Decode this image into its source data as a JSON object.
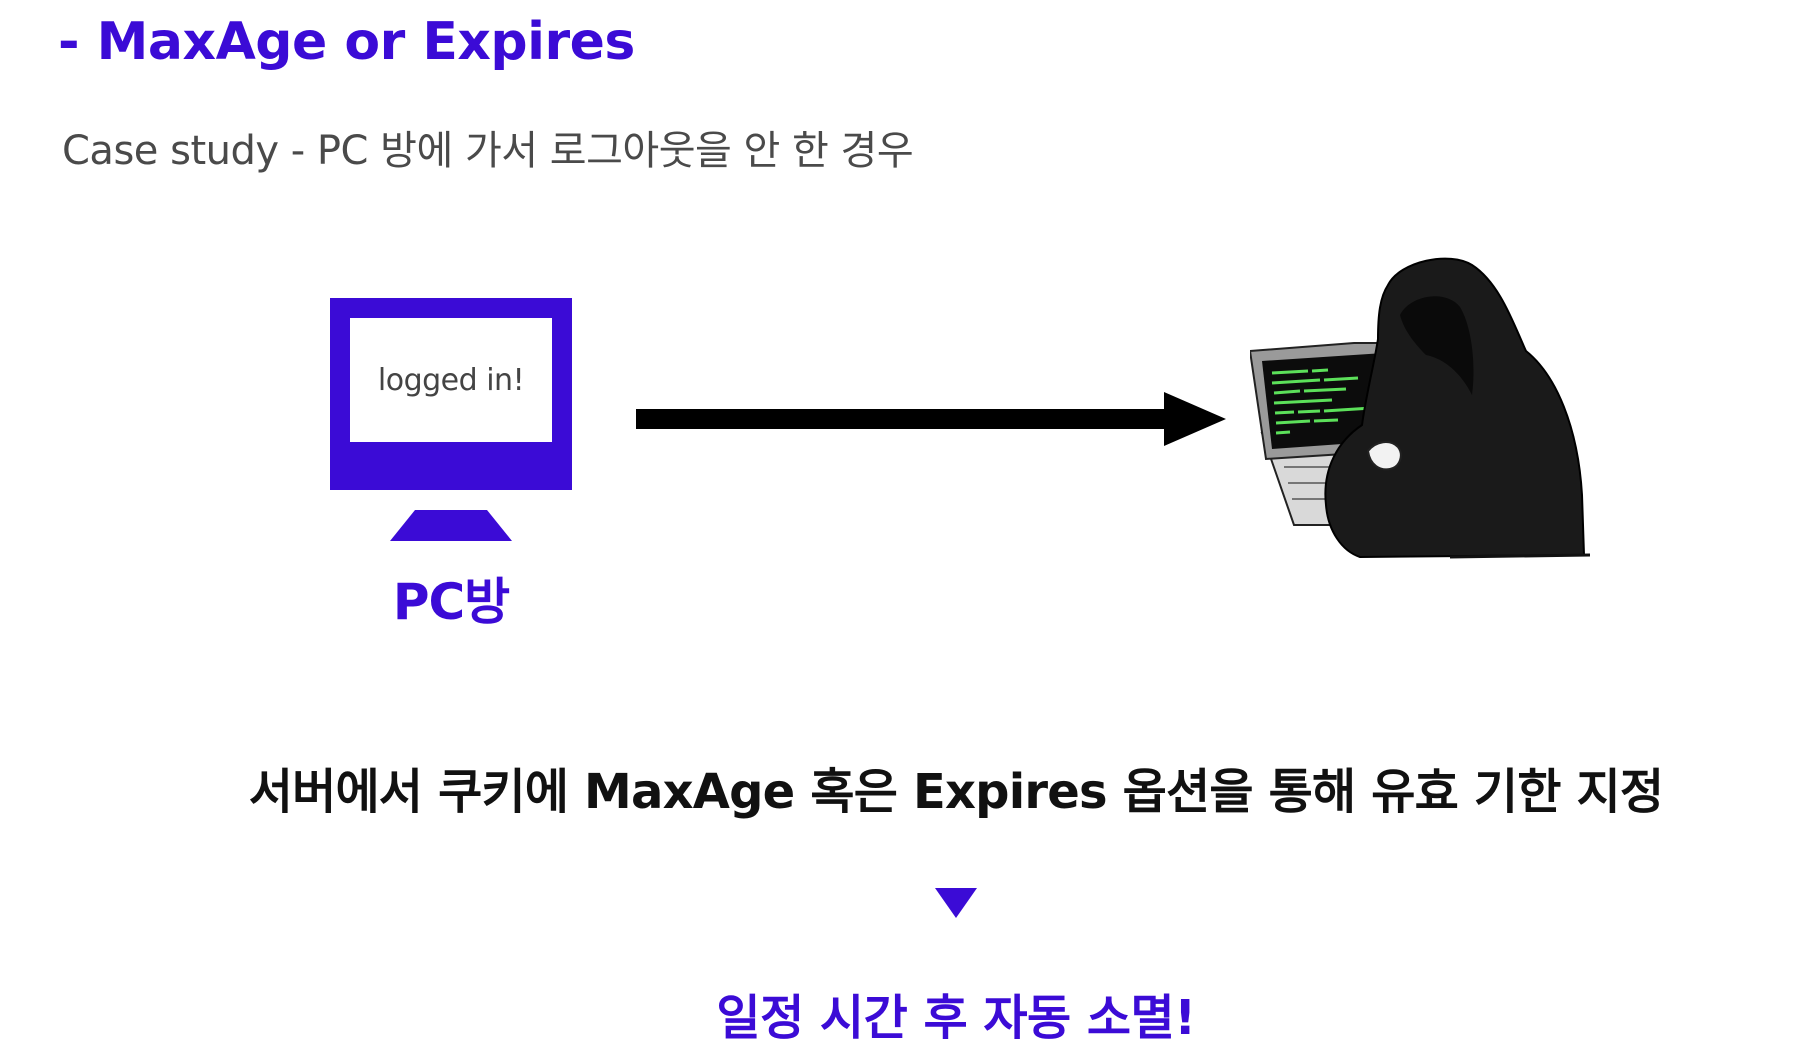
{
  "colors": {
    "accent": "#3b0bd6",
    "title": "#3b0bd6",
    "subtitle": "#4a4a4a",
    "body_text": "#111111",
    "arrow": "#000000",
    "monitor_text": "#444444",
    "terminal_code": "#5ce05a"
  },
  "header": {
    "title": "- MaxAge or Expires",
    "subtitle": "Case study - PC 방에 가서 로그아웃을 안 한 경우"
  },
  "diagram": {
    "monitor_icon": "monitor-icon",
    "monitor_screen_text": "logged in!",
    "monitor_label": "PC방",
    "arrow_icon": "right-arrow-icon",
    "hacker_icon": "hooded-hacker-icon"
  },
  "body": {
    "statement": "서버에서 쿠키에 MaxAge 혹은 Expires 옵션을 통해 유효 기한 지정",
    "down_icon": "down-triangle-icon",
    "conclusion": "일정 시간 후 자동 소멸!"
  }
}
